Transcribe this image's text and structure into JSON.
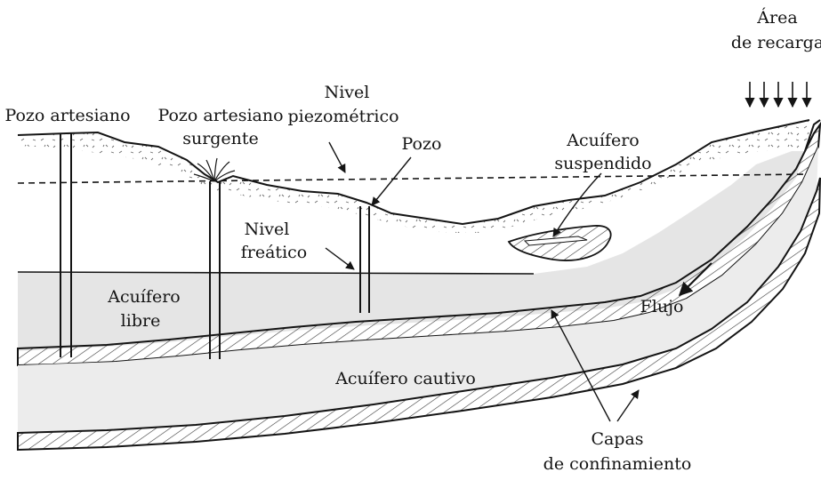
{
  "labels": {
    "recharge_area_line1": "Área",
    "recharge_area_line2": "de recarga",
    "artesian_well": "Pozo artesiano",
    "flowing_artesian_well_line1": "Pozo artesiano",
    "flowing_artesian_well_line2": "surgente",
    "piezometric_level_line1": "Nivel",
    "piezometric_level_line2": "piezométrico",
    "well": "Pozo",
    "perched_aquifer_line1": "Acuífero",
    "perched_aquifer_line2": "suspendido",
    "water_table_line1": "Nivel",
    "water_table_line2": "freático",
    "unconfined_aquifer_line1": "Acuífero",
    "unconfined_aquifer_line2": "libre",
    "flow": "Flujo",
    "confined_aquifer": "Acuífero cautivo",
    "confining_layers_line1": "Capas",
    "confining_layers_line2": "de confinamiento"
  },
  "colors": {
    "ink": "#141414",
    "background": "#ffffff",
    "hatch": "#3a3a3a",
    "water": "#dcdcdc"
  }
}
